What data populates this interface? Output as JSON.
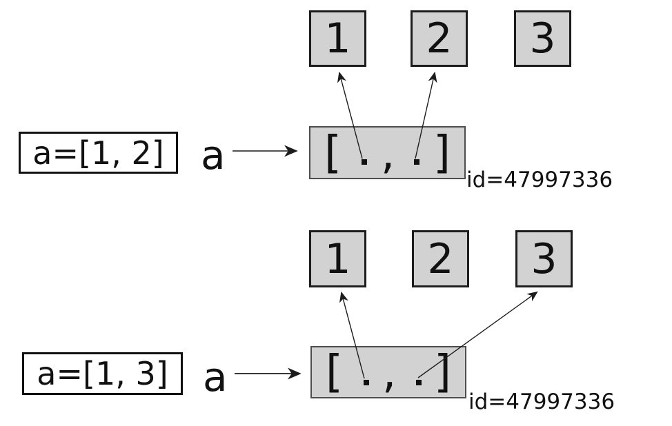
{
  "palette": {
    "background": "#ffffff",
    "cell_fill": "#d2d2d2",
    "cell_border": "#1c1c1c",
    "list_box_border": "#4d4d4d",
    "arrow_color": "#1c1c1c",
    "text_color": "#111111"
  },
  "diagrams": [
    {
      "name": "state-before",
      "code": "a=[1, 2]",
      "var_label": "a",
      "cells": [
        "1",
        "2",
        "3"
      ],
      "list": {
        "open_bracket": "[",
        "comma": ",",
        "close_bracket": "]"
      },
      "id_label": "id=47997336",
      "references": [
        "cell-1",
        "cell-2"
      ]
    },
    {
      "name": "state-after",
      "code": "a=[1, 3]",
      "var_label": "a",
      "cells": [
        "1",
        "2",
        "3"
      ],
      "list": {
        "open_bracket": "[",
        "comma": ",",
        "close_bracket": "]"
      },
      "id_label": "id=47997336",
      "references": [
        "cell-1",
        "cell-3"
      ]
    }
  ]
}
